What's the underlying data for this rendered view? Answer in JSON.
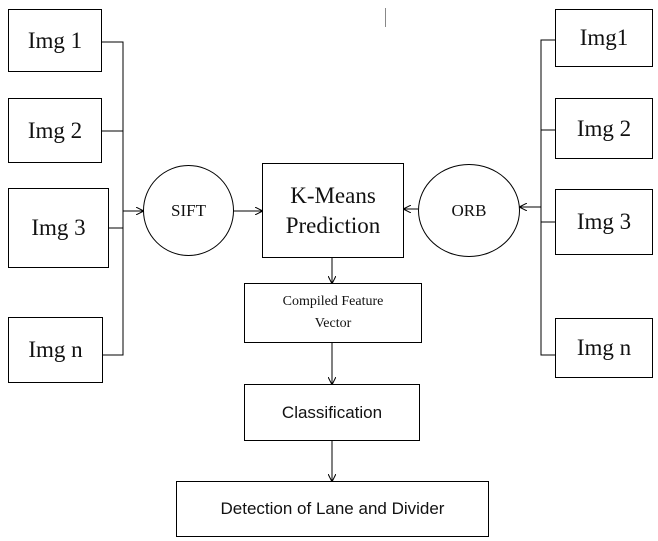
{
  "inputs_left": [
    "Img 1",
    "Img 2",
    "Img 3",
    "Img n"
  ],
  "inputs_right": [
    "Img1",
    "Img 2",
    "Img 3",
    "Img n"
  ],
  "sift": "SIFT",
  "orb": "ORB",
  "kmeans": {
    "line1": "K-Means",
    "line2": "Prediction"
  },
  "compiled": {
    "line1": "Compiled Feature",
    "line2": "Vector"
  },
  "classification": "Classification",
  "detection": "Detection of Lane and Divider"
}
